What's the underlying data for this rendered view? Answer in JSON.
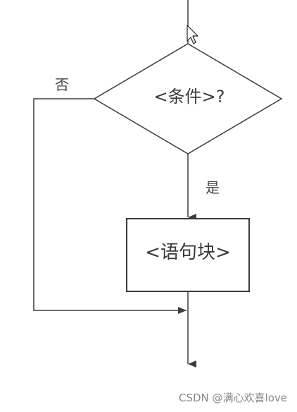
{
  "flowchart": {
    "condition_label": "<条件>?",
    "block_label": "<语句块>",
    "no_label": "否",
    "yes_label": "是"
  },
  "watermark": "CSDN @满心欢喜love",
  "colors": {
    "line": "#3c3c3c",
    "background": "#ffffff",
    "watermark": "#888888"
  }
}
